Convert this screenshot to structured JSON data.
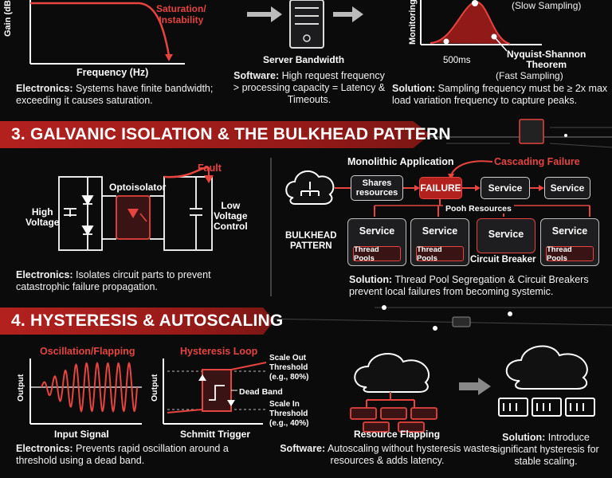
{
  "section2": {
    "left": {
      "ylabel": "Gain (dB)",
      "xlabel": "Frequency (Hz)",
      "annotation": "Saturation/\nInstability",
      "caption_bold": "Electronics:",
      "caption": " Systems have finite bandwidth; exceeding it causes saturation."
    },
    "middle": {
      "server_label": "Server Bandwidth",
      "caption_bold": "Software:",
      "caption": " High request frequency > processing capacity = Latency & Timeouts."
    },
    "right": {
      "ylabel": "Monitoring",
      "slow": "(Slow Sampling)",
      "tick": "500ms",
      "theorem": "Nyquist-Shannon\nTheorem",
      "fast": "(Fast Sampling)",
      "caption_bold": "Solution:",
      "caption": " Sampling frequency must be ≥ 2x max load variation frequency to capture peaks."
    }
  },
  "section3": {
    "title": "3. GALVANIC ISOLATION & THE BULKHEAD PATTERN",
    "circuit": {
      "high": "High\nVoltage",
      "opto": "Optoisolator",
      "fault": "Fault",
      "low": "Low\nVoltage\nControl"
    },
    "caption_bold": "Electronics:",
    "caption": " Isolates circuit parts to prevent catastrophic failure propagation.",
    "mono_title": "Monolithic Application",
    "cascading": "Cascading Failure",
    "shares": "Shares\nresources",
    "failure": "FAILURE",
    "service": "Service",
    "pool_resources": "Pooh Resources",
    "bulkhead": "BULKHEAD\nPATTERN",
    "thread_pools": "Thread Pools",
    "circuit_breaker": "Circuit Breaker",
    "sol_bold": "Solution:",
    "sol": " Thread Pool Segregation & Circuit Breakers prevent local failures from becoming systemic."
  },
  "section4": {
    "title": "4. HYSTERESIS & AUTOSCALING",
    "osc_title": "Oscillation/Flapping",
    "output": "Output",
    "input_signal": "Input Signal",
    "hyst_title": "Hysteresis Loop",
    "scale_out": "Scale Out\nThreshold\n(e.g., 80%)",
    "dead_band": "Dead Band",
    "scale_in": "Scale In\nThreshold\n(e.g., 40%)",
    "schmitt": "Schmitt Trigger",
    "elec_bold": "Electronics:",
    "elec": " Prevents rapid oscillation around a threshold using a dead band.",
    "flapping": "Resource Flapping",
    "soft_bold": "Software:",
    "soft": " Autoscaling without hysteresis wastes resources & adds latency.",
    "sol_bold": "Solution:",
    "sol": " Introduce significant hysteresis for stable scaling."
  },
  "colors": {
    "accent": "#e5443f",
    "bar": "#b3211e",
    "bg": "#0b0b0c"
  }
}
